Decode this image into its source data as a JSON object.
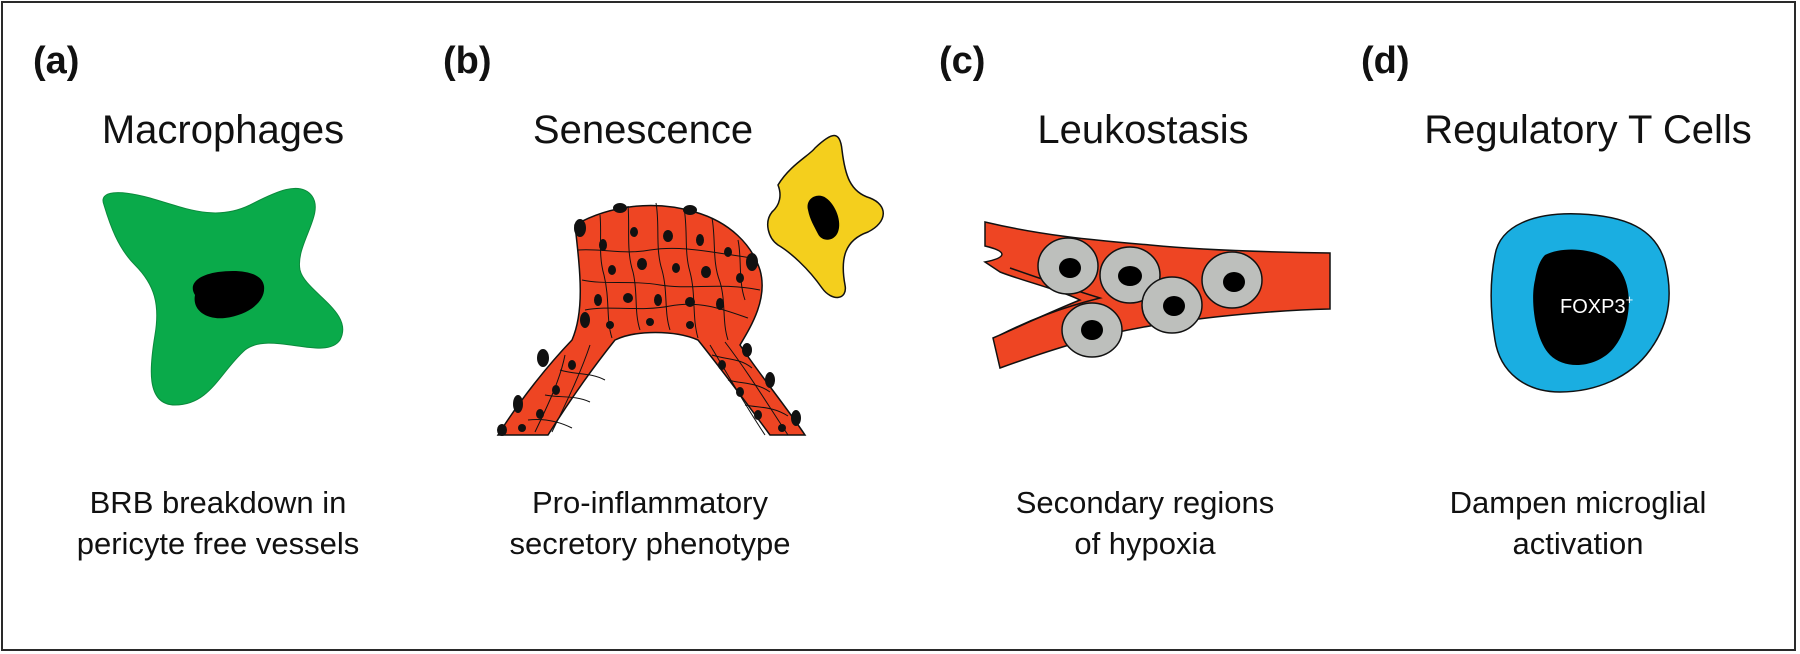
{
  "panels": [
    {
      "letter": "(a)",
      "title": "Macrophages",
      "caption_lines": [
        "BRB breakdown in",
        "pericyte free vessels"
      ]
    },
    {
      "letter": "(b)",
      "title": "Senescence",
      "caption_lines": [
        "Pro-inflammatory",
        "secretory phenotype"
      ]
    },
    {
      "letter": "(c)",
      "title": "Leukostasis",
      "caption_lines": [
        "Secondary regions",
        "of hypoxia"
      ]
    },
    {
      "letter": "(d)",
      "title": "Regulatory T Cells",
      "caption_lines": [
        "Dampen microglial",
        "activation"
      ],
      "cell_label": "FOXP3",
      "cell_label_sup": "+"
    }
  ],
  "colors": {
    "macrophage": "#0aaa4a",
    "vessel": "#ee4523",
    "senescent_cell": "#f4cf1d",
    "leukocyte": "#bdbfbc",
    "treg": "#1aaee1",
    "nucleus": "#000000"
  }
}
